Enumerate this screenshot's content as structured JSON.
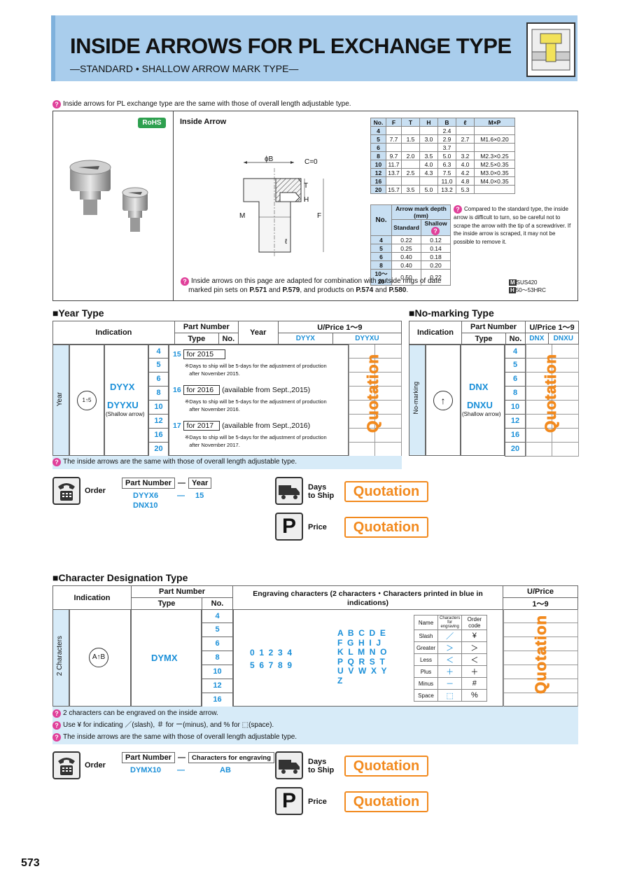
{
  "header": {
    "title": "INSIDE ARROWS FOR PL EXCHANGE TYPE",
    "subtitle": "—STANDARD • SHALLOW ARROW MARK TYPE—"
  },
  "notes": {
    "top": "Inside arrows for PL exchange type are the same with those of overall length adjustable type.",
    "mid_1": "Inside arrows on this page are adapted for combination with outside rings of date",
    "mid_2a": "marked pin sets on ",
    "mid_2b": "P.571",
    "mid_2c": " and ",
    "mid_2d": "P.579",
    "mid_2e": ", and products on ",
    "mid_2f": "P.574",
    "mid_2g": " and ",
    "mid_2h": "P.580",
    "mid_2i": ".",
    "caution": "Compared to the standard type, the inside arrow is difficult to turn, so be careful not to scrape the arrow with the tip of a screwdriver. If the inside arrow is scraped, it may not be possible to remove it.",
    "material_m": "M",
    "material": "SUS420",
    "hardness_h": "H",
    "hardness": "50～53HRC"
  },
  "product": {
    "rohs": "RoHS",
    "label": "Inside Arrow",
    "dim_phiB": "ϕB",
    "dim_C": "C=0",
    "dim_T": "T",
    "dim_H": "H",
    "dim_F": "F",
    "dim_l": "ℓ",
    "dim_M": "M"
  },
  "spec_table": {
    "headers": [
      "No.",
      "F",
      "T",
      "H",
      "B",
      "ℓ",
      "M×P"
    ],
    "rows": [
      {
        "no": "4",
        "F": "",
        "T": "",
        "H": "",
        "B": "2.4",
        "l": "",
        "mp": ""
      },
      {
        "no": "5",
        "F": "7.7",
        "T": "1.5",
        "H": "3.0",
        "B": "2.9",
        "l": "2.7",
        "mp": "M1.6×0.20"
      },
      {
        "no": "6",
        "F": "",
        "T": "",
        "H": "",
        "B": "3.7",
        "l": "",
        "mp": ""
      },
      {
        "no": "8",
        "F": "9.7",
        "T": "2.0",
        "H": "3.5",
        "B": "5.0",
        "l": "3.2",
        "mp": "M2.3×0.25"
      },
      {
        "no": "10",
        "F": "11.7",
        "T": "",
        "H": "4.0",
        "B": "6.3",
        "l": "4.0",
        "mp": "M2.5×0.35"
      },
      {
        "no": "12",
        "F": "13.7",
        "T": "2.5",
        "H": "4.3",
        "B": "7.5",
        "l": "4.2",
        "mp": "M3.0×0.35"
      },
      {
        "no": "16",
        "F": "",
        "T": "",
        "H": "",
        "B": "11.0",
        "l": "4.8",
        "mp": "M4.0×0.35"
      },
      {
        "no": "20",
        "F": "15.7",
        "T": "3.5",
        "H": "5.0",
        "B": "13.2",
        "l": "5.3",
        "mp": ""
      }
    ]
  },
  "depth_table": {
    "no_header": "No.",
    "title": "Arrow mark depth (mm)",
    "col_standard": "Standard",
    "col_shallow": "Shallow",
    "rows": [
      {
        "no": "4",
        "std": "0.22",
        "sh": "0.12"
      },
      {
        "no": "5",
        "std": "0.25",
        "sh": "0.14"
      },
      {
        "no": "6",
        "std": "0.40",
        "sh": "0.18"
      },
      {
        "no": "8",
        "std": "0.40",
        "sh": "0.20"
      },
      {
        "no": "10～20",
        "std": "0.50",
        "sh": "0.22"
      }
    ]
  },
  "year_type": {
    "section_title": "■Year Type",
    "h_indication": "Indication",
    "h_part_number": "Part Number",
    "h_type": "Type",
    "h_no": "No.",
    "h_year": "Year",
    "h_uprice": "U/Price 1～9",
    "h_dyyx": "DYYX",
    "h_dyyxu": "DYYXU",
    "side_label": "Year",
    "circle_text": "1↑5",
    "type1": "DYYX",
    "type2": "DYYXU",
    "type_note": "(Shallow arrow)",
    "nos": [
      "4",
      "5",
      "6",
      "8",
      "10",
      "12",
      "16",
      "20"
    ],
    "y15_num": "15",
    "y15_box": "for 2015",
    "y15_note1": "※Days to ship will be 5-days for the adjustment of production",
    "y15_note2": "after November 2015.",
    "y16_num": "16",
    "y16_box": "for 2016",
    "y16_extra": "(available from Sept.,2015)",
    "y16_note1": "※Days to ship will be 5-days for the adjustment of production",
    "y16_note2": "after November 2016.",
    "y17_num": "17",
    "y17_box": "for 2017",
    "y17_extra": "(available from Sept.,2016)",
    "y17_note1": "※Days to ship will be 5-days for the adjustment of production",
    "y17_note2": "after November 2017.",
    "quotation": "Quotation",
    "footer_note": "The inside arrows are the same with those of overall length adjustable type."
  },
  "nomark_type": {
    "section_title": "■No-marking Type",
    "h_indication": "Indication",
    "h_part_number": "Part Number",
    "h_type": "Type",
    "h_no": "No.",
    "h_uprice": "U/Price 1～9",
    "h_dnx": "DNX",
    "h_dnxu": "DNXU",
    "side_label": "No-marking",
    "type1": "DNX",
    "type2": "DNXU",
    "type_note": "(Shallow arrow)",
    "nos": [
      "4",
      "5",
      "6",
      "8",
      "10",
      "12",
      "16",
      "20"
    ],
    "quotation": "Quotation"
  },
  "order1": {
    "order_label": "Order",
    "col1": "Part Number",
    "dash": "—",
    "col2": "Year",
    "val1a": "DYYX6",
    "val2": "15",
    "val1b": "DNX10",
    "days_label_1": "Days",
    "days_label_2": "to Ship",
    "days_value": "Quotation",
    "price_label": "Price",
    "price_value": "Quotation",
    "price_icon": "P"
  },
  "char_type": {
    "section_title": "■Character Designation Type",
    "h_indication": "Indication",
    "h_part_number": "Part Number",
    "h_type": "Type",
    "h_no": "No.",
    "h_engraving": "Engraving characters (2 characters・Characters printed in blue in indications)",
    "h_uprice": "U/Price",
    "h_qty": "1～9",
    "side_label": "2 Characters",
    "circle_text": "A↑B",
    "type": "DYMX",
    "nos": [
      "4",
      "5",
      "6",
      "8",
      "10",
      "12",
      "16"
    ],
    "digits_row1": "0  1  2  3  4",
    "digits_row2": "5  6  7  8  9",
    "letters": [
      "A  B  C  D  E",
      "F  G  H  I  J",
      "K  L  M  N  O",
      "P  Q  R  S  T",
      "U  V  W  X  Y",
      "Z"
    ],
    "code_headers": [
      "Name",
      "Characters for engraving",
      "Order code"
    ],
    "codes": [
      {
        "name": "Slash",
        "ch": "／",
        "code": "¥"
      },
      {
        "name": "Greater",
        "ch": "＞",
        "code": "＞"
      },
      {
        "name": "Less",
        "ch": "＜",
        "code": "＜"
      },
      {
        "name": "Plus",
        "ch": "＋",
        "code": "＋"
      },
      {
        "name": "Minus",
        "ch": "－",
        "code": "#"
      },
      {
        "name": "Space",
        "ch": "⬚",
        "code": "%"
      }
    ],
    "quotation": "Quotation",
    "note1": "2 characters can be engraved on the inside arrow.",
    "note2": "Use ¥ for indicating ／(slash), ＃ for ー(minus), and % for ⬚(space).",
    "note3": "The inside arrows are the same with those of overall length adjustable type."
  },
  "order2": {
    "order_label": "Order",
    "col1": "Part Number",
    "dash": "—",
    "col2": "Characters for engraving",
    "val1": "DYMX10",
    "val2": "AB",
    "days_label_1": "Days",
    "days_label_2": "to Ship",
    "days_value": "Quotation",
    "price_label": "Price",
    "price_value": "Quotation",
    "price_icon": "P"
  },
  "page_number": "573"
}
